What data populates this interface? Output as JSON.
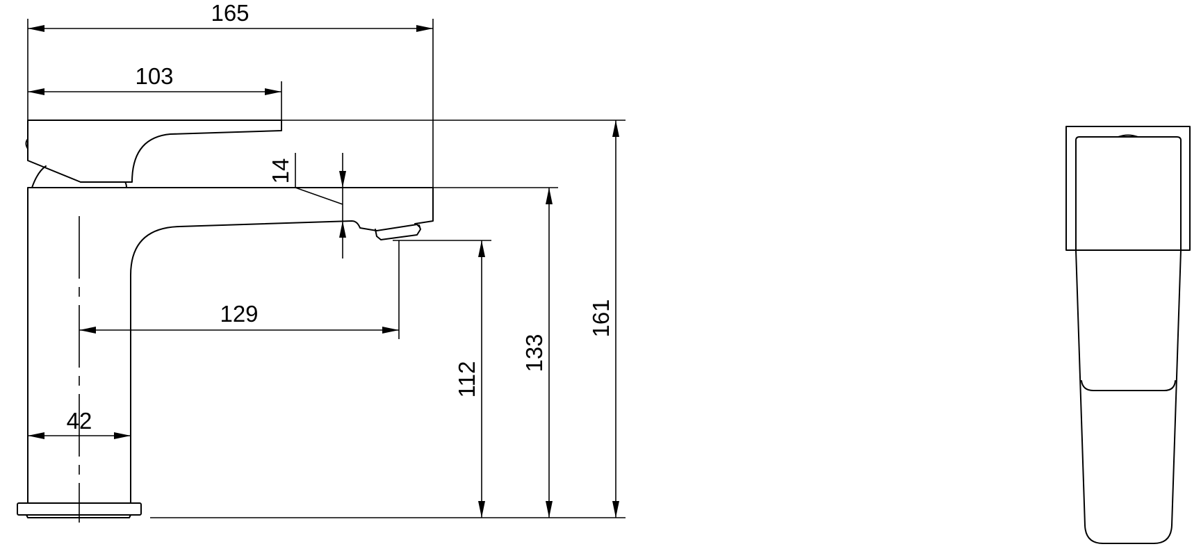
{
  "dimensions": {
    "overall_length": "165",
    "handle_length": "103",
    "handle_height": "14",
    "spout_reach": "129",
    "body_width": "42",
    "spout_height": "112",
    "body_height": "133",
    "overall_height": "161"
  }
}
